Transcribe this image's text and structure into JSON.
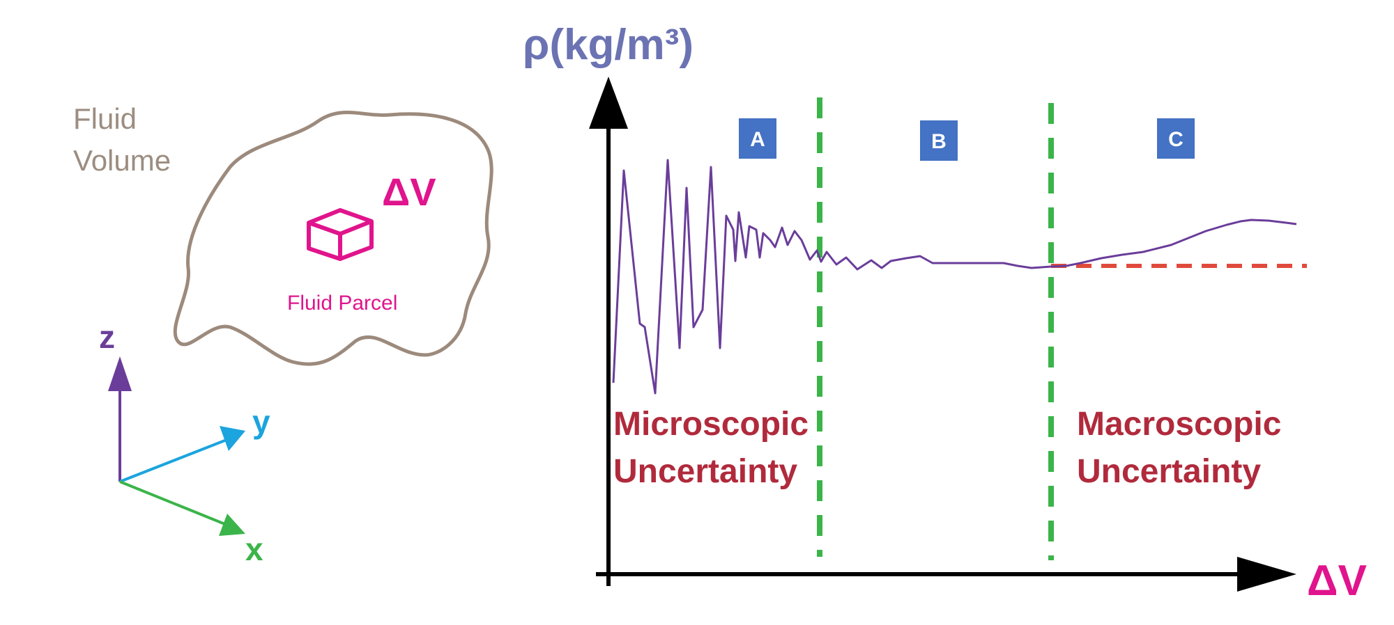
{
  "fluid_volume": {
    "label_line1": "Fluid",
    "label_line2": "Volume",
    "outline_color": "#9c8a7c",
    "label_color": "#9b8d80"
  },
  "parcel": {
    "symbol": "ΔV",
    "label": "Fluid Parcel",
    "color": "#e0148c"
  },
  "axes_3d": {
    "z_label": "z",
    "y_label": "y",
    "x_label": "x",
    "z_color": "#6a3d9a",
    "y_color": "#1ba4dd",
    "x_color": "#3bb44a"
  },
  "graph": {
    "y_axis_label": "ρ(kg/m³)",
    "y_axis_color": "#6b73b3",
    "x_axis_label": "ΔV",
    "x_axis_color": "#e0148c",
    "curve_color": "#6a3d9a",
    "divider_color": "#3bb44a",
    "asymptote_color": "#e04a3c",
    "regions": [
      {
        "label": "A"
      },
      {
        "label": "B"
      },
      {
        "label": "C"
      }
    ],
    "region_box_color": "#4472c4",
    "annotation_color": "#b02a3c",
    "micro_line1": "Microscopic",
    "micro_line2": "Uncertainty",
    "macro_line1": "Macroscopic",
    "macro_line2": "Uncertainty"
  }
}
